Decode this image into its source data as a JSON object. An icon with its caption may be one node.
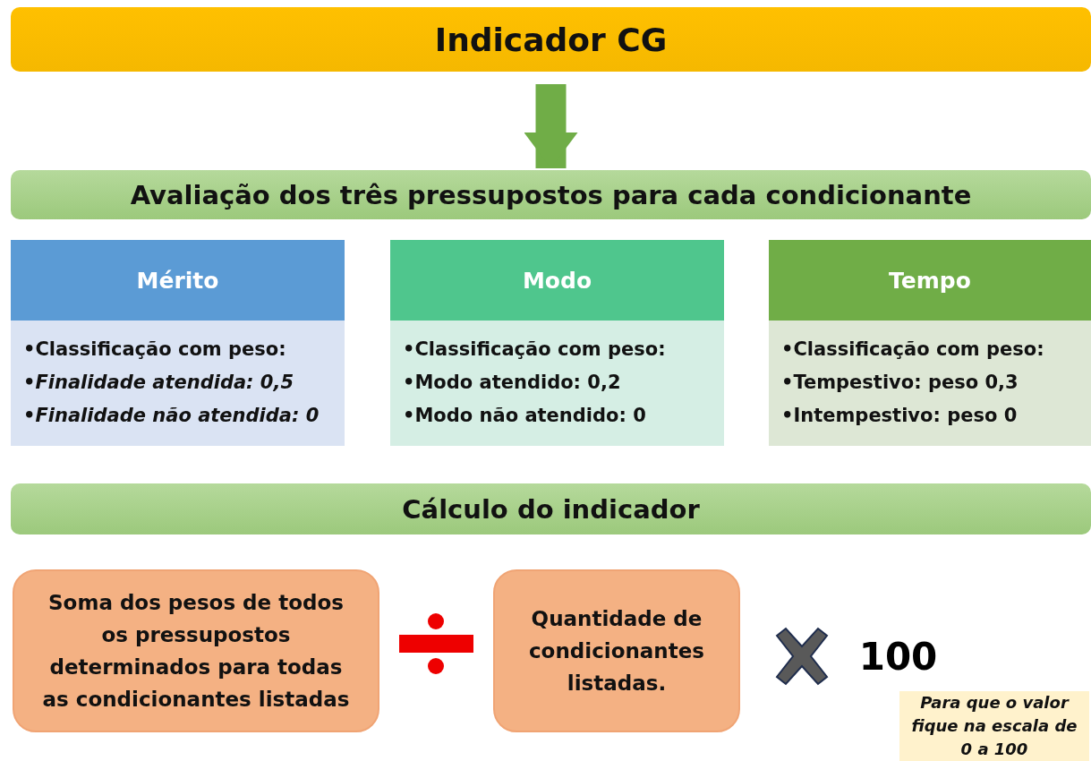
{
  "diagram": {
    "nodes": [
      {
        "text": [
          "Indicador CG"
        ]
      },
      {
        "text": [
          "Avaliação dos três pressupostos para cada condicionante"
        ]
      },
      {
        "text": [
          "Mérito",
          "•Classificação com peso:",
          "•*Finalidade atendida: 0,5*",
          "•*Finalidade não atendida: 0*"
        ]
      },
      {
        "text": [
          "Modo",
          "•Classificação com peso:",
          "•Modo atendido: 0,2",
          "•Modo não atendido: 0"
        ]
      },
      {
        "text": [
          "Tempo",
          "•Classificação com peso:",
          "•Tempestivo: peso 0,3",
          "•Intempestivo: peso 0"
        ]
      },
      {
        "text": [
          "Cálculo do indicador"
        ]
      },
      {
        "text": [
          "Soma dos pesos de todos os pressupostos determinados para todas as condicionantes listadas"
        ]
      },
      {
        "text": [
          "Quantidade de condicionantes listadas."
        ]
      },
      {
        "text": [
          "100"
        ]
      },
      {
        "text": [
          "Para que o valor fique na escala de 0 a 100"
        ]
      }
    ],
    "edges": [
      {
        "from": 0,
        "to": 1,
        "arrow": "to"
      }
    ]
  }
}
